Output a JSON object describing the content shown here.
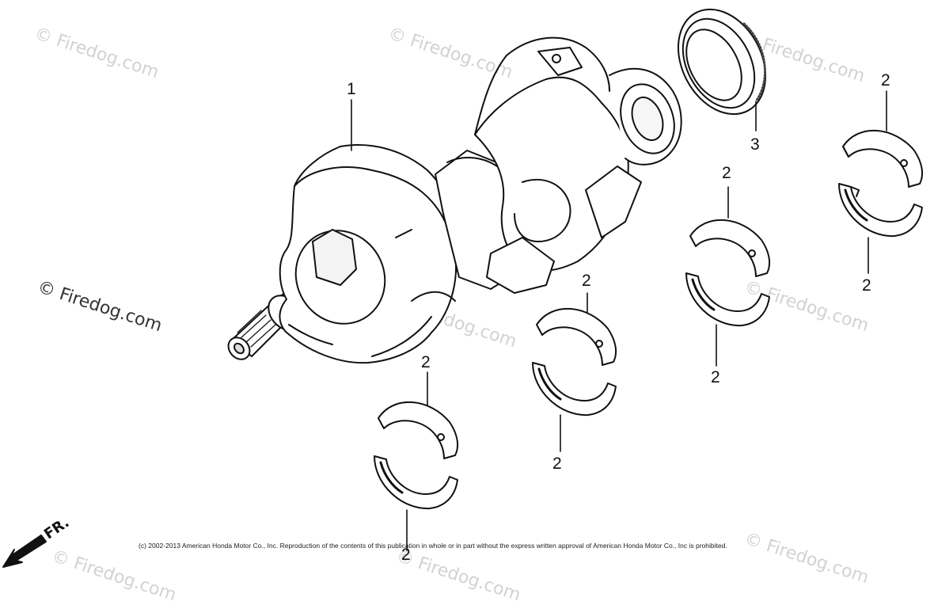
{
  "watermark": {
    "prominent": "© Firedog.com",
    "faint": "© Firedog.com"
  },
  "callouts": {
    "crankshaft": "1",
    "bearing": "2",
    "oil_seal": "3"
  },
  "direction_label": "FR.",
  "copyright": "(c) 2002-2013 American Honda Motor Co., Inc. Reproduction of the contents of this publication in whole or in part without the express written approval of American Honda Motor Co., Inc is prohibited."
}
